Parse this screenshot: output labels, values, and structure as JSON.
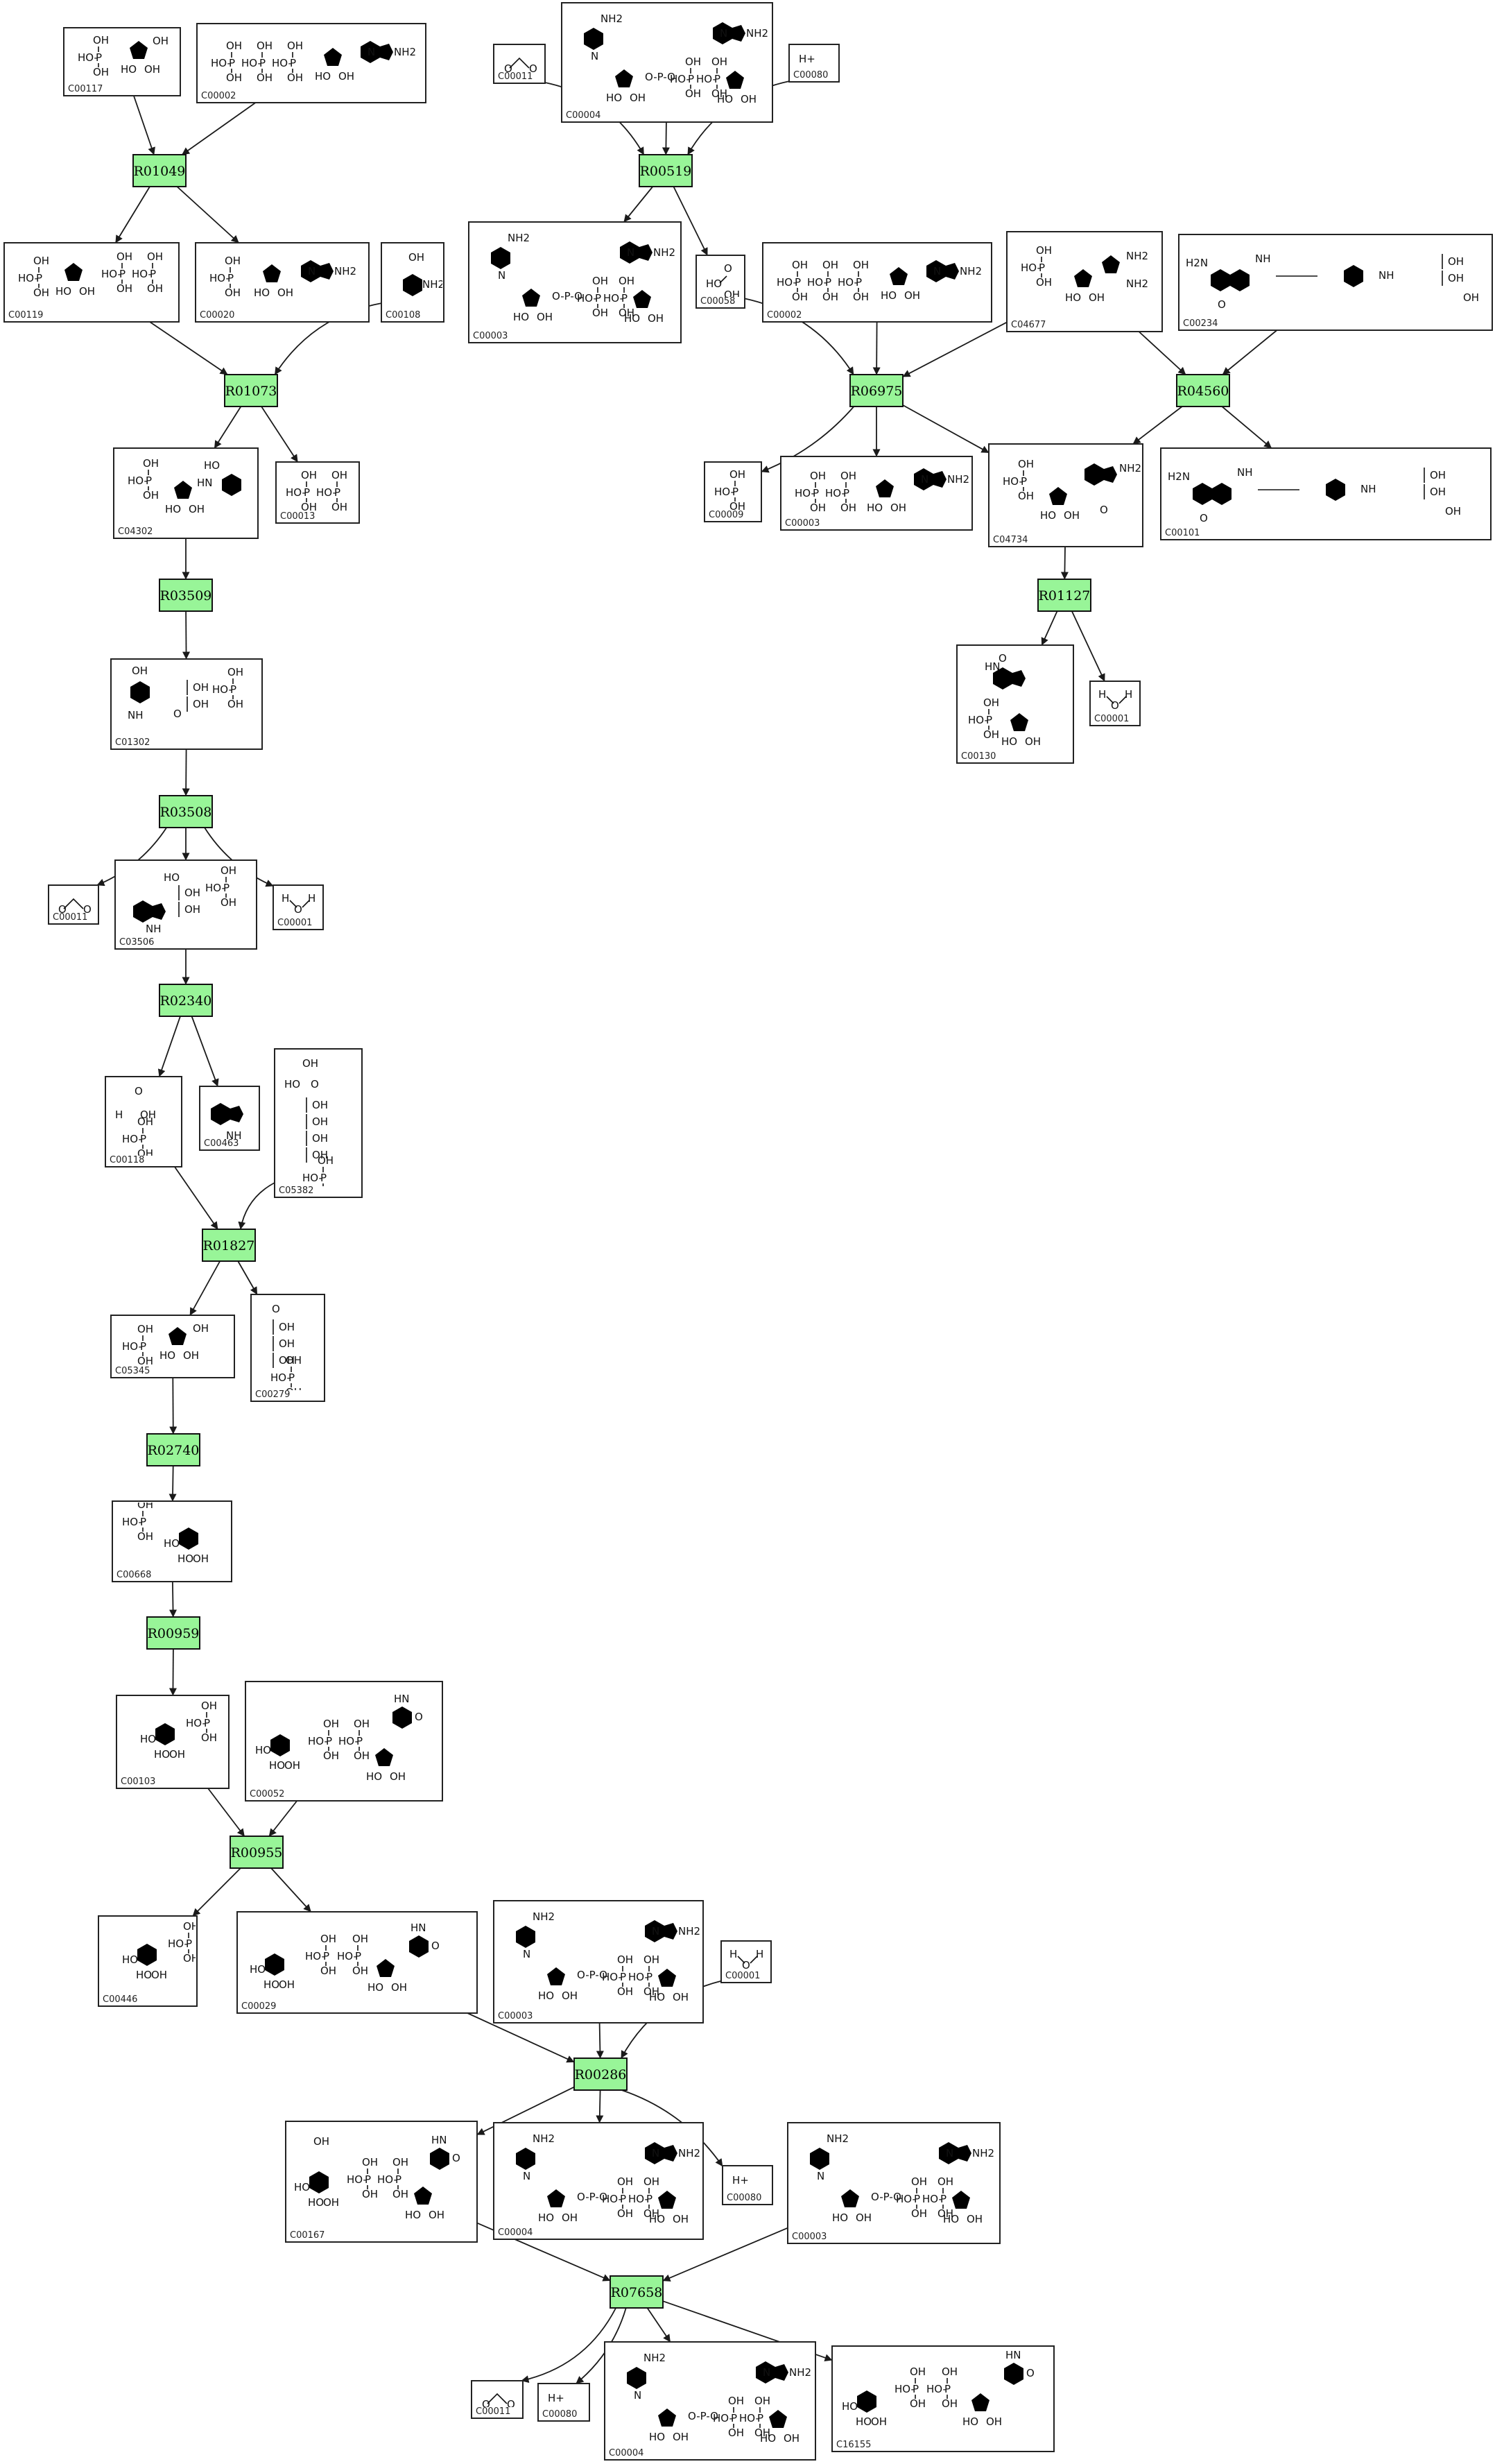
{
  "colors": {
    "reaction_fill": "#98f598",
    "compound_border": "#222222",
    "edge": "#1a1a1a"
  },
  "reactions": {
    "R01049": "R01049",
    "R00519": "R00519",
    "R01073": "R01073",
    "R06975": "R06975",
    "R04560": "R04560",
    "R03509": "R03509",
    "R01127": "R01127",
    "R03508": "R03508",
    "R02340": "R02340",
    "R01827": "R01827",
    "R02740": "R02740",
    "R00959": "R00959",
    "R00955": "R00955",
    "R00286": "R00286",
    "R07658": "R07658"
  },
  "compounds": {
    "n01": "C00117",
    "n02": "C00002",
    "n03": "C00011",
    "n04": "C00004",
    "n05": "C00080",
    "n06": "C00119",
    "n07": "C00020",
    "n08": "C00108",
    "n09": "C00003",
    "n10": "C00058",
    "n11": "C00002",
    "n12": "C04677",
    "n13": "C00234",
    "n14": "C04302",
    "n15": "C00013",
    "n16": "C00009",
    "n17": "C00003",
    "n18": "C04734",
    "n19": "C00101",
    "n20": "C01302",
    "n21": "C00130",
    "n22": "C00001",
    "n23": "C00011",
    "n24": "C03506",
    "n25": "C00001",
    "n26": "C00118",
    "n27": "C00463",
    "n28": "C05382",
    "n29": "C05345",
    "n30": "C00279",
    "n31": "C00668",
    "n32": "C00103",
    "n33": "C00052",
    "n34": "C00446",
    "n35": "C00029",
    "n36": "C00003",
    "n37": "C00001",
    "n38": "C00080",
    "n39": "C00167",
    "n40": "C00004",
    "n41": "C00003",
    "n42": "C00011",
    "n43": "C00080",
    "n44": "C00004",
    "n45": "C16155"
  },
  "atom_labels": {
    "oh": "OH",
    "ho": "HO",
    "o": "O",
    "p": "P",
    "nh2": "NH2",
    "h2n": "H2N",
    "n": "N",
    "nh": "NH",
    "hn": "HN",
    "h": "H",
    "hplus": "H+",
    "hodash": "HO-",
    "opo": "O-P-O"
  }
}
